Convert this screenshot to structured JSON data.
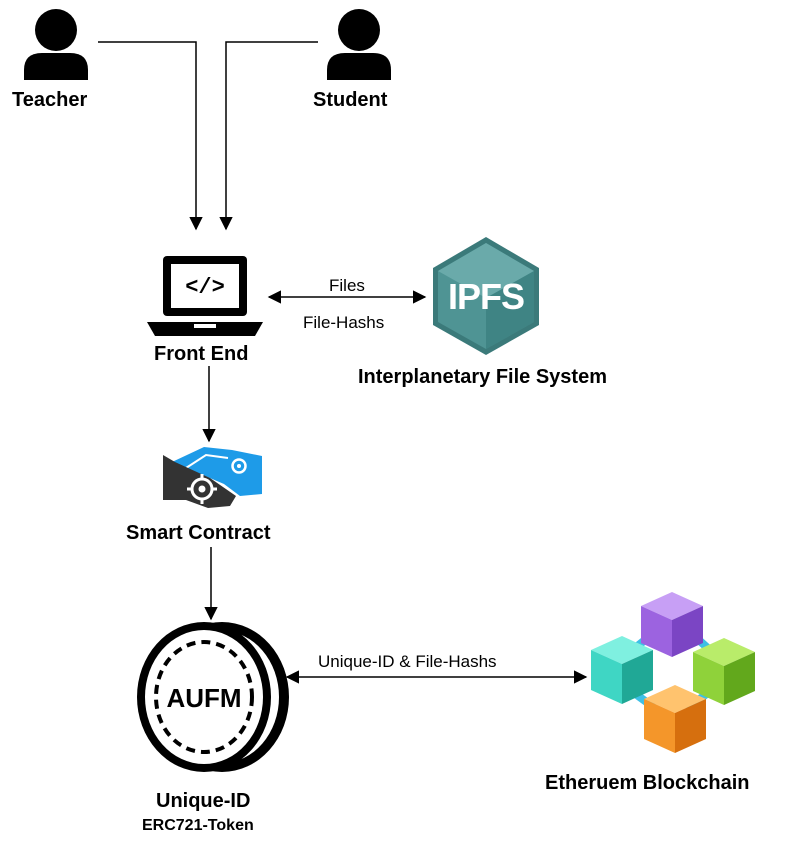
{
  "actors": {
    "teacher": "Teacher",
    "student": "Student"
  },
  "nodes": {
    "front_end": "Front End",
    "ipfs_logo_text": "IPFS",
    "ipfs": "Interplanetary File System",
    "smart_contract": "Smart Contract",
    "coin_text": "AUFM",
    "unique_id": "Unique-ID",
    "token": "ERC721-Token",
    "blockchain": "Etheruem Blockchain"
  },
  "edges": {
    "files": "Files",
    "file_hashes": "File-Hashs",
    "unique_id_hashes": "Unique-ID & File-Hashs"
  },
  "colors": {
    "ipfs_dark": "#3b7a7a",
    "ipfs_light": "#5a9e9e",
    "handshake_blue": "#1e9be8",
    "handshake_dark": "#333333",
    "cube_purple": "#a86ee8",
    "cube_teal": "#3fd6c4",
    "cube_green": "#8fd23a",
    "cube_orange": "#f4962a",
    "connector": "#3ec0e6"
  }
}
